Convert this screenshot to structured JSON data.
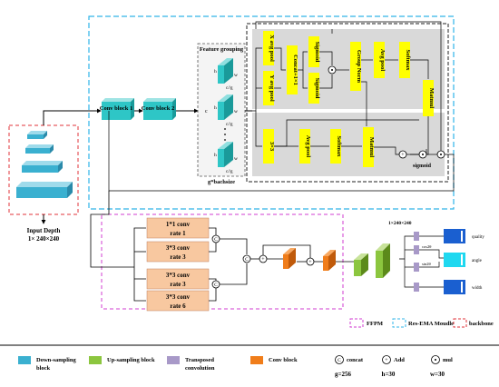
{
  "input": {
    "label_line1": "Input  Depth",
    "label_line2": "1× 240×240"
  },
  "conv_blocks": {
    "block1": "Conv block 1",
    "block2": "Conv block 2"
  },
  "feature_grouping": {
    "title": "Feature grouping",
    "c_label": "c",
    "h_label": "h",
    "w_label": "w",
    "cg_label": "c//g",
    "footer": "g*bachsize"
  },
  "ema": {
    "x_avg_pool": "X avg pool",
    "y_avg_pool": "Y avg pool",
    "concat": "Concat+1×1",
    "sigmoid": "Sigmoid",
    "group_norm": "Group Norm",
    "avg_pool": "Avg pool",
    "softmax": "Softmax",
    "matmul": "Matmul",
    "conv3x3": "3×3",
    "sigmoid_label": "sigmoid"
  },
  "ffpm": {
    "branch1_line1": "1*1 conv",
    "branch1_line2": "rate 1",
    "branch2_line1": "3*3 conv",
    "branch2_line2": "rate 3",
    "branch3_line1": "3*3 conv",
    "branch3_line2": "rate 3",
    "branch4_line1": "3*3 conv",
    "branch4_line2": "rate 6",
    "concat_symbol": "C",
    "add_symbol": "+"
  },
  "outputs": {
    "size_label": "1×240×240",
    "quality": "quality",
    "angle": "angle",
    "width": "width",
    "cos_label": "cos2θ",
    "sin_label": "sin2θ"
  },
  "module_legend": {
    "ffpm": "FFPM",
    "ema": "Res-EMA Moudle",
    "backbone": "backbone"
  },
  "block_legend": {
    "down": "Down-sampling block",
    "up": "Up-sampling block",
    "transposed": "Transposed convolution",
    "conv": "Conv block",
    "concat": "concat",
    "add": "Add",
    "mul": "mul"
  },
  "params": {
    "g": "g=256",
    "h": "h=30",
    "w": "w=30"
  },
  "colors": {
    "cyan": "#3ab0d0",
    "green": "#8cc63f",
    "purple": "#a899c8",
    "orange": "#f07d1a",
    "peach": "#f8c8a0",
    "yellow": "#ffff00",
    "blue": "#1a5fd0",
    "ema_bg": "#d9d9d9"
  }
}
